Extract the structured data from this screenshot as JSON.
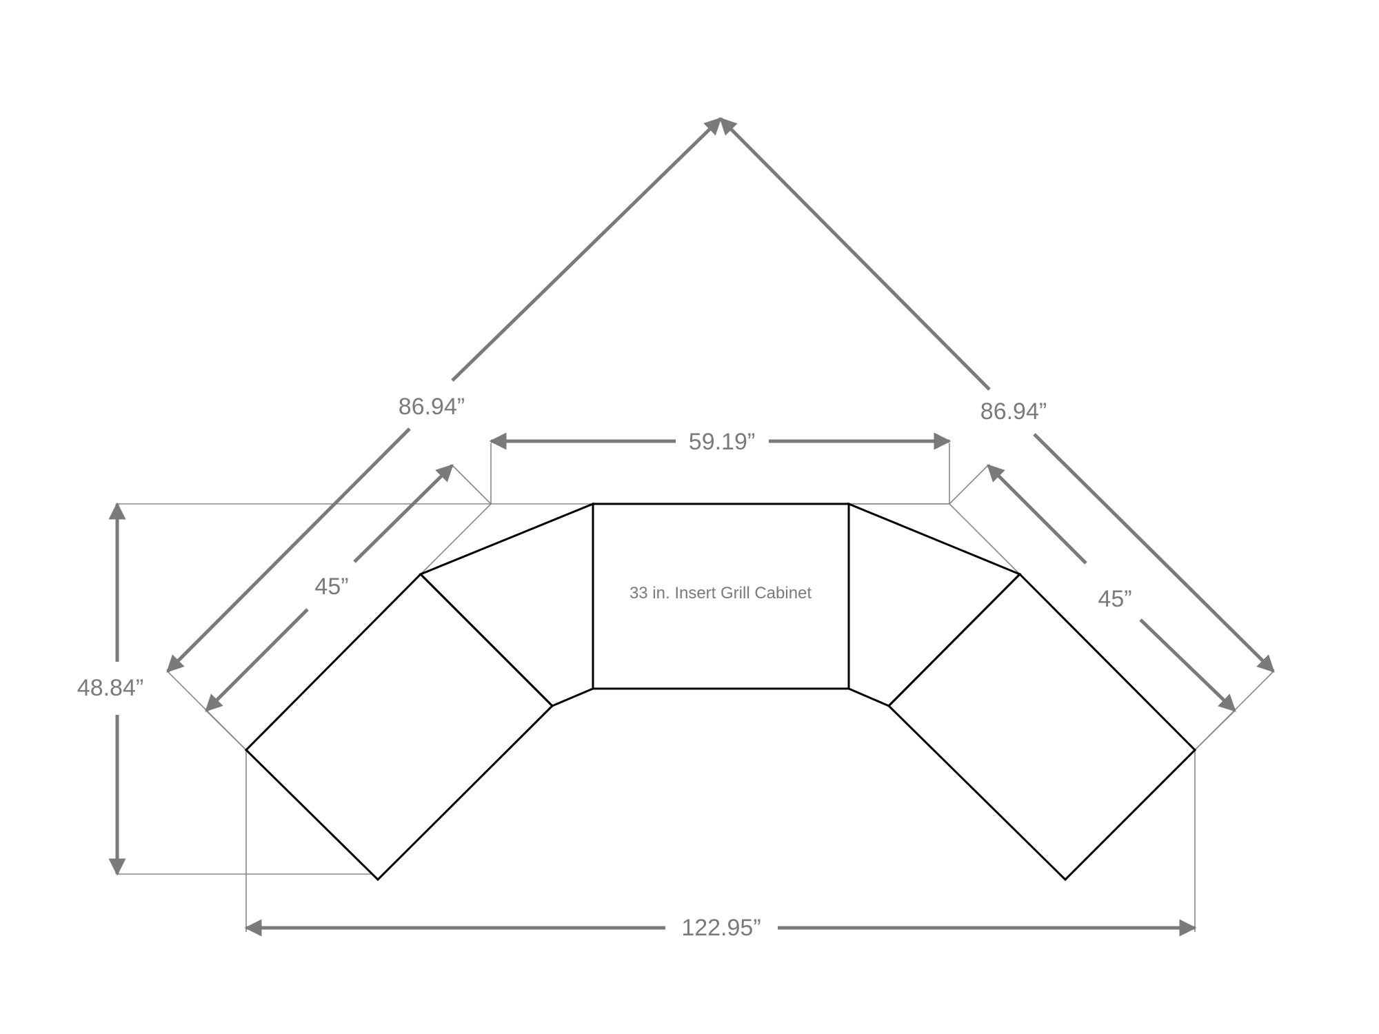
{
  "labels": {
    "overall_left_diagonal": "86.94”",
    "overall_right_diagonal": "86.94”",
    "center_width": "59.19”",
    "left_depth": "45”",
    "right_depth": "45”",
    "overall_depth": "48.84”",
    "overall_width": "122.95”",
    "center_cabinet": "33 in. Insert Grill Cabinet"
  },
  "colors": {
    "outline": "#000000",
    "dimension": "#7a7a7a",
    "extension": "#888888"
  }
}
